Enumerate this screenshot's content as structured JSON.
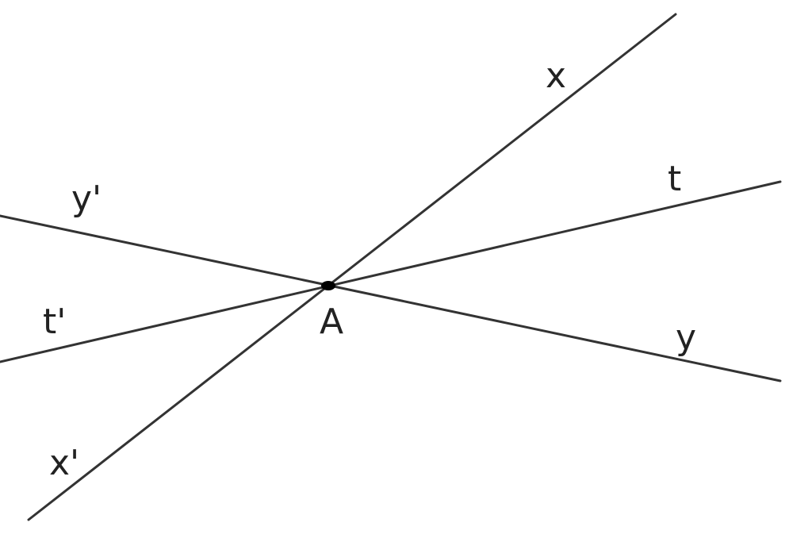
{
  "diagram": {
    "point": {
      "label": "A"
    },
    "lines": [
      {
        "name": "x-line",
        "end_labels": [
          "x",
          "x'"
        ]
      },
      {
        "name": "y-line",
        "end_labels": [
          "y",
          "y'"
        ]
      },
      {
        "name": "t-line",
        "end_labels": [
          "t",
          "t'"
        ]
      }
    ],
    "labels": {
      "x": "x",
      "x_prime": "x'",
      "y": "y",
      "y_prime": "y'",
      "t": "t",
      "t_prime": "t'",
      "a": "A"
    },
    "colors": {
      "line": "#333333",
      "text": "#222222",
      "point": "#000000"
    }
  }
}
